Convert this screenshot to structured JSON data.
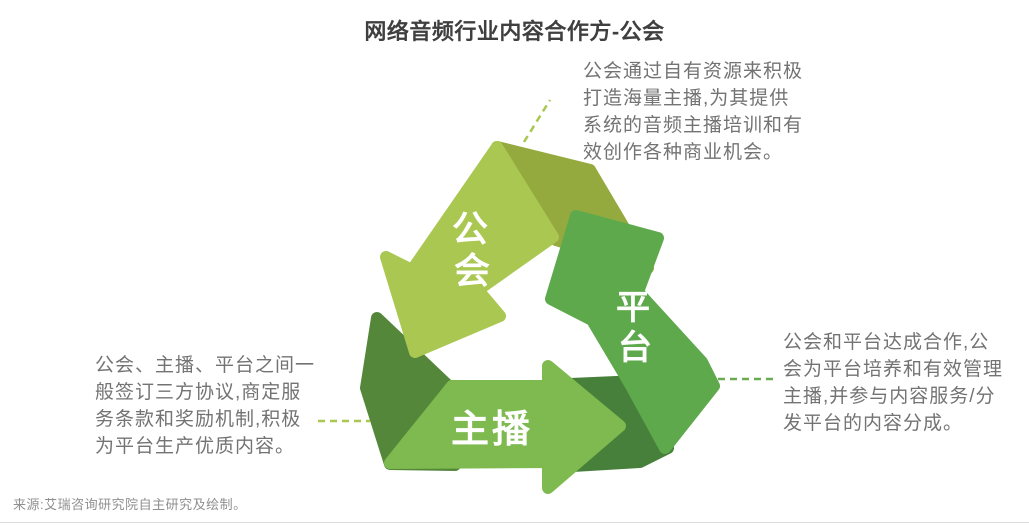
{
  "title": "网络音频行业内容合作方-公会",
  "source": "来源:艾瑞咨询研究院自主研究及绘制。",
  "annotations": {
    "top_right": "公会通过自有资源来积极\n打造海量主播,为其提供\n系统的音频主播培训和有\n效创作各种商业机会。",
    "right": "公会和平台达成合作,公\n会为平台培养和有效管理\n主播,并参与内容服务/分\n发平台的内容分成。",
    "left": "公会、主播、平台之间一\n般签订三方协议,商定服\n务条款和奖励机制,积极\n为平台生产优质内容。"
  },
  "diagram": {
    "nodes": {
      "guild": {
        "label": "公会",
        "chars": [
          "公",
          "会"
        ]
      },
      "platform": {
        "label": "平台",
        "chars": [
          "平",
          "台"
        ]
      },
      "anchor": {
        "label": "主播"
      }
    },
    "colors": {
      "light": "#a9c751",
      "olive": "#95aa3e",
      "mid": "#7eba4f",
      "mid_dark": "#55873a",
      "green": "#5ea94c",
      "green_dark": "#47803a",
      "dash_light": "#a9c751",
      "dash_green": "#6aaa50",
      "text_white": "#ffffff"
    }
  }
}
